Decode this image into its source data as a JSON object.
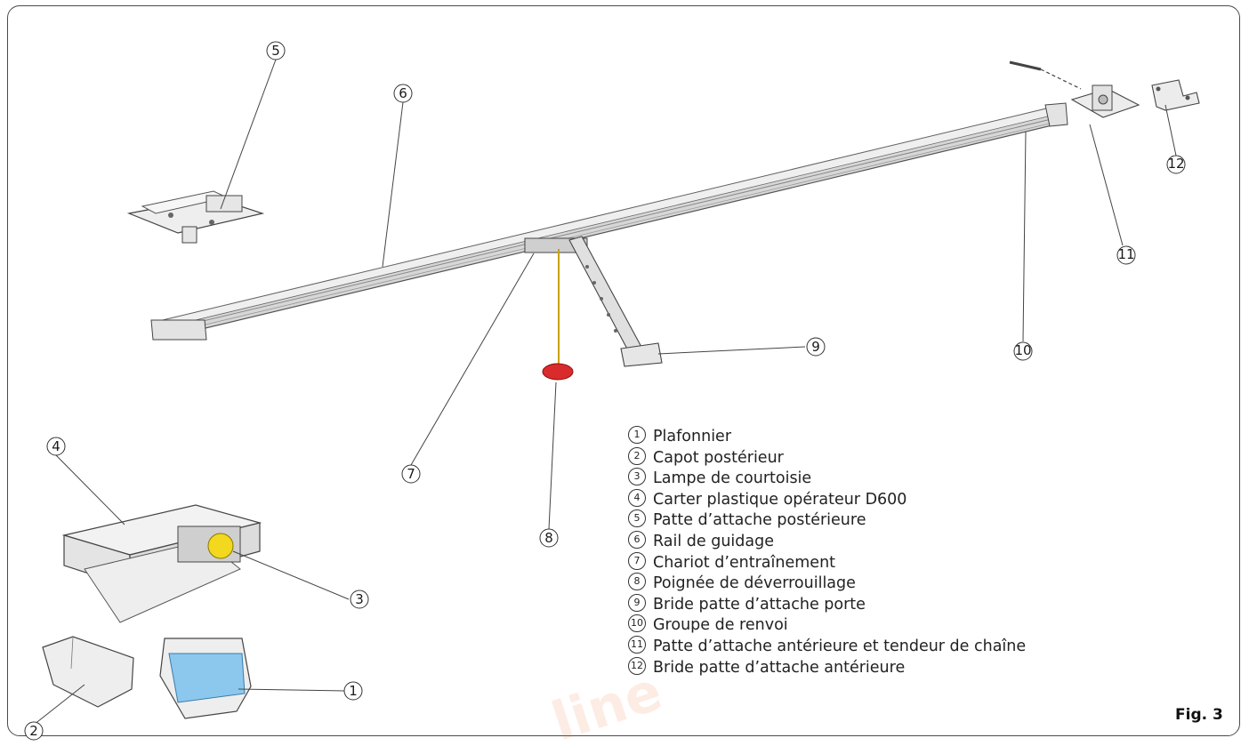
{
  "figure_label": "Fig. 3",
  "legend": [
    {
      "num": "1",
      "text": "Plafonnier"
    },
    {
      "num": "2",
      "text": "Capot postérieur"
    },
    {
      "num": "3",
      "text": "Lampe de courtoisie"
    },
    {
      "num": "4",
      "text": "Carter plastique opérateur D600"
    },
    {
      "num": "5",
      "text": "Patte d’attache postérieure"
    },
    {
      "num": "6",
      "text": "Rail de guidage"
    },
    {
      "num": "7",
      "text": "Chariot d’entraînement"
    },
    {
      "num": "8",
      "text": "Poignée de déverrouillage"
    },
    {
      "num": "9",
      "text": "Bride patte d’attache porte"
    },
    {
      "num": "10",
      "text": "Groupe de renvoi"
    },
    {
      "num": "11",
      "text": "Patte d’attache antérieure et tendeur de chaîne"
    },
    {
      "num": "12",
      "text": "Bride patte d’attache antérieure"
    }
  ],
  "callouts": {
    "c1": "1",
    "c2": "2",
    "c3": "3",
    "c4": "4",
    "c5": "5",
    "c6": "6",
    "c7": "7",
    "c8": "8",
    "c9": "9",
    "c10": "10",
    "c11": "11",
    "c12": "12"
  },
  "watermark": "line",
  "colors": {
    "handle": "#d92b2b",
    "lamp": "#f2d81e",
    "lens": "#8cc8ee",
    "frame": "#4a4a4a"
  }
}
